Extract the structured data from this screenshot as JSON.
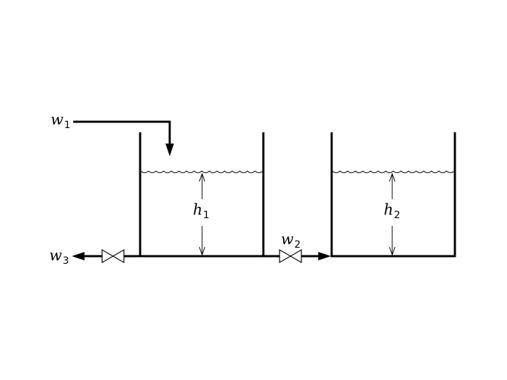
{
  "labels": {
    "w1": {
      "var": "w",
      "sub": "1"
    },
    "w2": {
      "var": "w",
      "sub": "2"
    },
    "w3": {
      "var": "w",
      "sub": "3"
    },
    "h1": {
      "var": "h",
      "sub": "1"
    },
    "h2": {
      "var": "h",
      "sub": "2"
    }
  }
}
